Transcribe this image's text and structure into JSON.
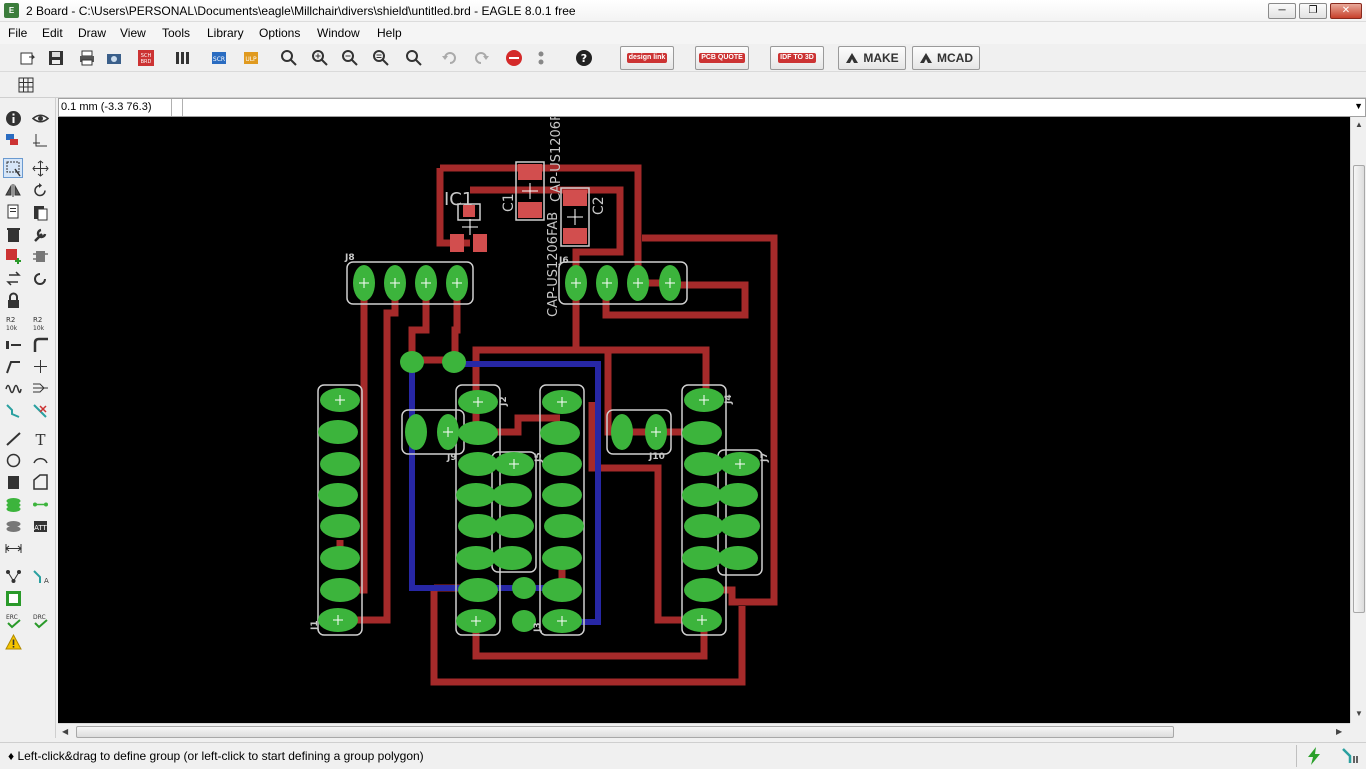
{
  "window": {
    "title": "2 Board - C:\\Users\\PERSONAL\\Documents\\eagle\\Millchair\\divers\\shield\\untitled.brd - EAGLE 8.0.1 free",
    "app_icon": "eagle-icon",
    "minimize": "─",
    "maximize": "❐",
    "close": "✕"
  },
  "menu": {
    "items": [
      "File",
      "Edit",
      "Draw",
      "View",
      "Tools",
      "Library",
      "Options",
      "Window",
      "Help"
    ]
  },
  "toolbar": {
    "design_link": "design link",
    "pcb_quote": "PCB QUOTE",
    "idf_to_3d": "IDF TO 3D",
    "make": "MAKE",
    "mcad": "MCAD"
  },
  "command": {
    "coord": "0.1 mm (-3.3 76.3)",
    "value": ""
  },
  "board": {
    "labels": {
      "ic1": "IC1",
      "c1": "C1",
      "c2": "C2",
      "cap1": "CAP-US1206FAB",
      "cap2": "CAP-US1206FAB",
      "j1": "J1",
      "j2": "J2",
      "j3": "J3",
      "j4": "J4",
      "j5": "J5",
      "j6": "J6",
      "j7": "J7",
      "j8": "J8",
      "j9": "J9",
      "j10": "J10"
    },
    "colors": {
      "background": "#000000",
      "top_layer": "#a52a2a",
      "bottom_layer": "#2727a5",
      "pad": "#3cb43c",
      "smd": "#d24e4e",
      "outline": "#c8c8c8"
    }
  },
  "status": {
    "message": "♦ Left-click&drag to define group (or left-click to start defining a group polygon)"
  }
}
